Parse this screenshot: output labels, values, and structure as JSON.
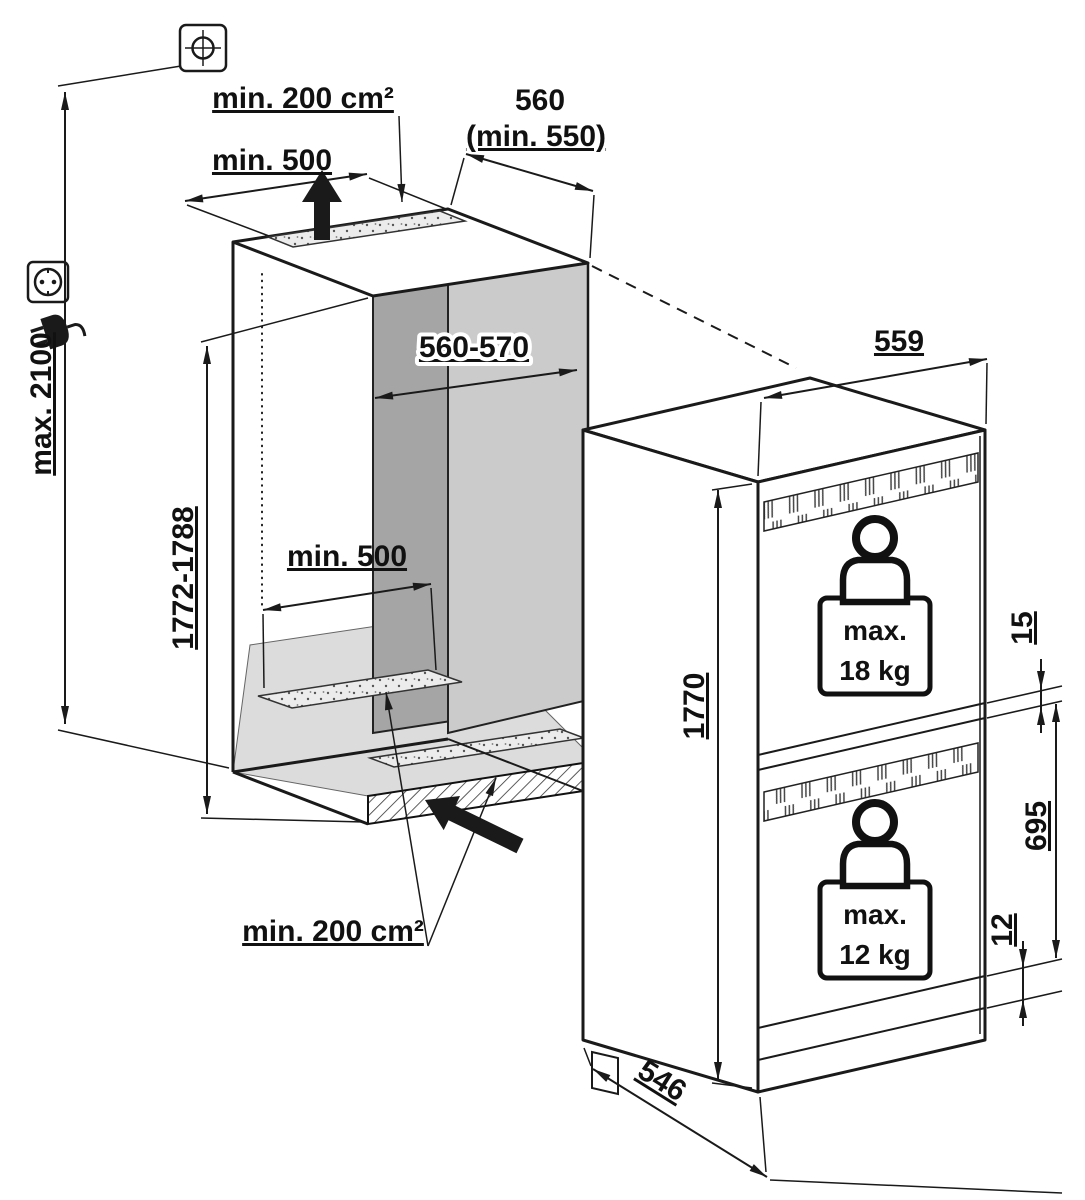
{
  "diagram": {
    "title": "Built-in appliance niche installation dimensions",
    "niche": {
      "vent_top_area": "min. 200 cm²",
      "vent_top_width": "min. 500",
      "depth": "560",
      "depth_min": "(min. 550)",
      "inner_width": "560-570",
      "inner_height": "1772-1788",
      "floor_vent_width": "min. 500",
      "vent_bottom_area": "min. 200 cm²",
      "max_total_height": "max. 2100"
    },
    "appliance": {
      "width": "559",
      "height": "1770",
      "top_gap": "15",
      "lower_door_height": "695",
      "bottom_gap": "12",
      "depth": "546",
      "upper_door_load_line1": "max.",
      "upper_door_load_line2": "18 kg",
      "lower_door_load_line1": "max.",
      "lower_door_load_line2": "12 kg"
    },
    "icons": {
      "socket": "power-socket-icon",
      "plug": "power-plug-icon",
      "mount": "mounting-point-symbol"
    }
  }
}
